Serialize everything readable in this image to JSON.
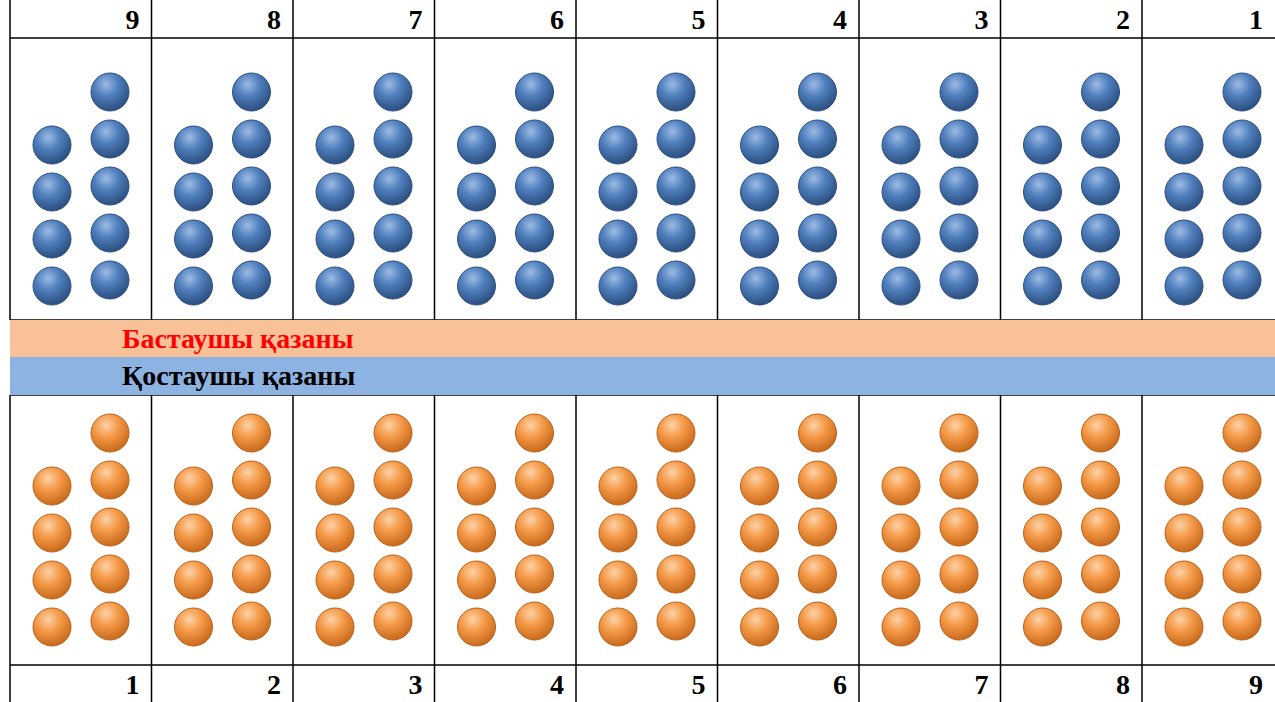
{
  "diagram": {
    "nodes": [
      {
        "text": [
          "Бастаушы қазаны"
        ]
      },
      {
        "text": [
          "Қостаушы қазаны"
        ]
      }
    ],
    "labels": [
      "9",
      "8",
      "7",
      "6",
      "5",
      "4",
      "3",
      "2",
      "1",
      "1",
      "2",
      "3",
      "4",
      "5",
      "6",
      "7",
      "8",
      "9"
    ]
  }
}
